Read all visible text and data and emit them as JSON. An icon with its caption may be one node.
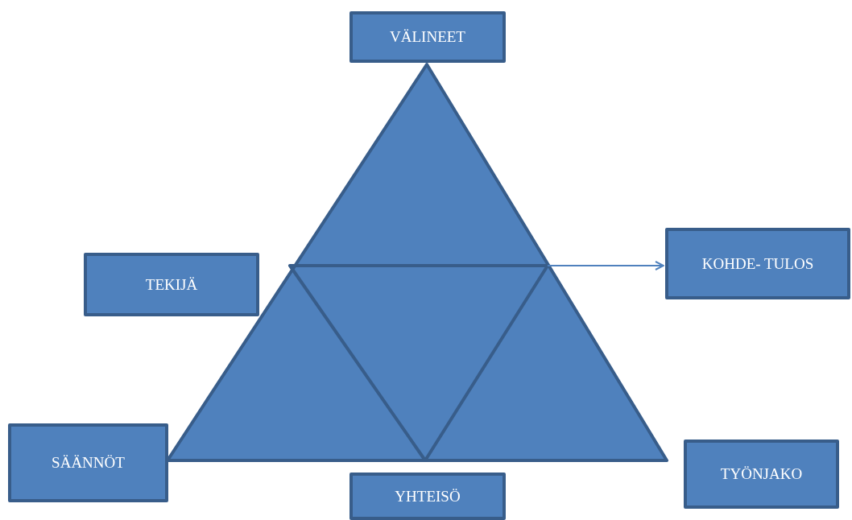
{
  "diagram": {
    "nodes": [
      {
        "text": [
          "VÄLINEET"
        ]
      },
      {
        "text": [
          "TEKIJÄ"
        ]
      },
      {
        "text": [
          "KOHDE- TULOS"
        ]
      },
      {
        "text": [
          "SÄÄNNÖT"
        ]
      },
      {
        "text": [
          "YHTEISÖ"
        ]
      },
      {
        "text": [
          "TYÖNJAKO"
        ]
      },
      {
        "text": [],
        "shape": "triangle"
      }
    ],
    "edges": [
      {
        "from": 6,
        "to": 2,
        "arrow": "to"
      }
    ]
  }
}
